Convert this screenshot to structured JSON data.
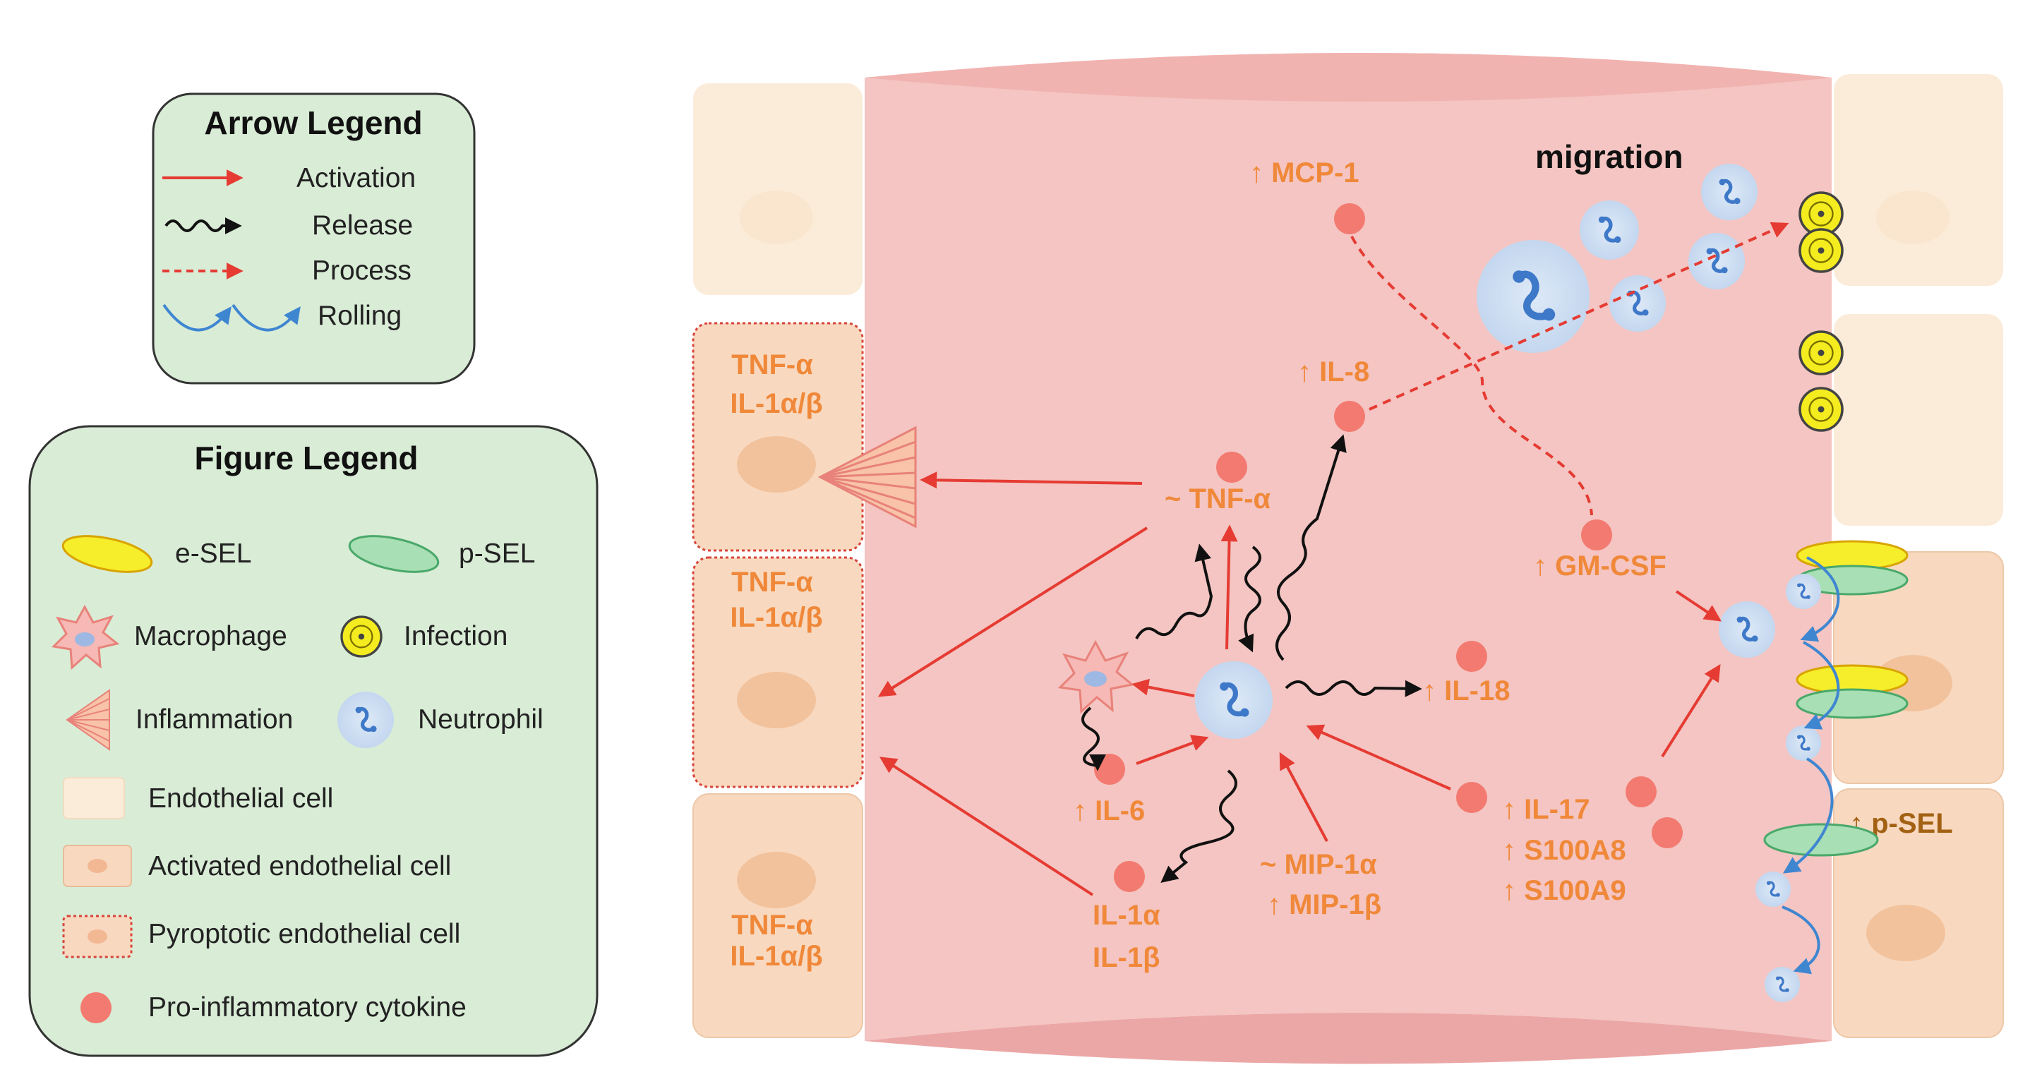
{
  "arrow_legend": {
    "title": "Arrow Legend",
    "items": [
      {
        "label": "Activation",
        "arrow": "red-solid-arrow-icon"
      },
      {
        "label": "Release",
        "arrow": "black-wavy-arrow-icon"
      },
      {
        "label": "Process",
        "arrow": "red-dashed-arrow-icon"
      },
      {
        "label": "Rolling",
        "arrow": "blue-curved-arrows-icon"
      }
    ]
  },
  "figure_legend": {
    "title": "Figure Legend",
    "items": [
      {
        "label": "e-SEL",
        "icon": "e-sel-ellipse-icon"
      },
      {
        "label": "p-SEL",
        "icon": "p-sel-ellipse-icon"
      },
      {
        "label": "Macrophage",
        "icon": "macrophage-icon"
      },
      {
        "label": "Infection",
        "icon": "infection-icon"
      },
      {
        "label": "Inflammation",
        "icon": "inflammation-icon"
      },
      {
        "label": "Neutrophil",
        "icon": "neutrophil-icon"
      },
      {
        "label": "Endothelial cell",
        "icon": "endothelial-cell-icon"
      },
      {
        "label": "Activated endothelial cell",
        "icon": "activated-endothelial-cell-icon"
      },
      {
        "label": "Pyroptotic endothelial cell",
        "icon": "pyroptotic-endothelial-cell-icon"
      },
      {
        "label": "Pro-inflammatory cytokine",
        "icon": "cytokine-icon"
      }
    ]
  },
  "diagram": {
    "migration": "migration",
    "mcp1": "↑ MCP-1",
    "il8": "↑ IL-8",
    "tnfa_center": "~ TNF-α",
    "gmcsf": "↑ GM-CSF",
    "il18": "↑ IL-18",
    "il6": "↑ IL-6",
    "il1a": "IL-1α",
    "il1b": "IL-1β",
    "mip1a": "~ MIP-1α",
    "mip1b": "↑ MIP-1β",
    "il17": "↑ IL-17",
    "s100a8": "↑ S100A8",
    "s100a9": "↑ S100A9",
    "psel": "↑ p-SEL",
    "cell_tnfa": "TNF-α",
    "cell_il1": "IL-1α/β"
  },
  "colors": {
    "vessel": "#f4c5c2",
    "legend_bg": "#d9ecd6",
    "cytokine": "#f37a70",
    "label_orange": "#f0883a",
    "activation_red": "#e53b33",
    "rolling_blue": "#3f86d1",
    "esel_yellow": "#f7ee2b",
    "psel_green": "#a8dfb4"
  }
}
